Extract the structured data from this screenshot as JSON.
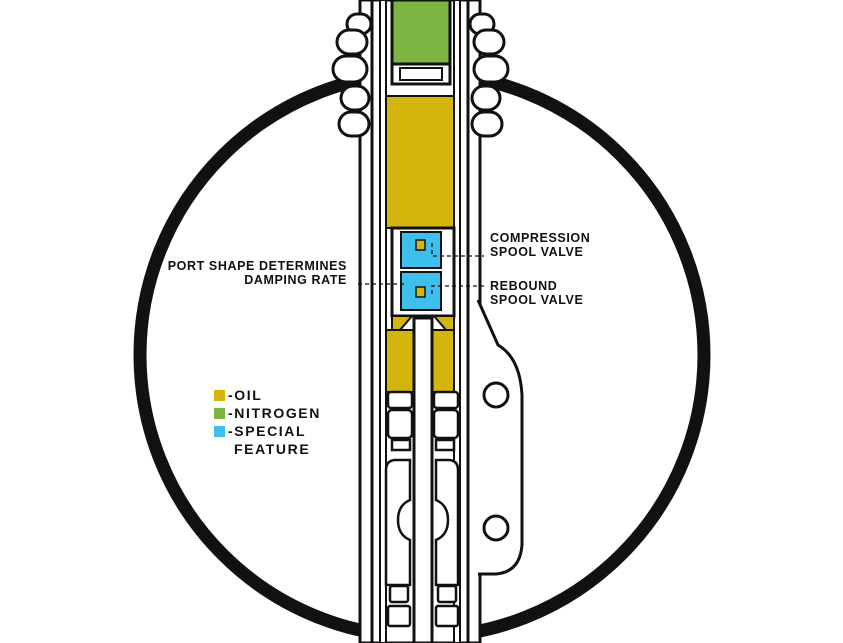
{
  "colors": {
    "oil": "#d4b50d",
    "nitrogen": "#7bb441",
    "special_feature": "#3fc0ec",
    "outline": "#111111"
  },
  "labels": {
    "compression_line1": "COMPRESSION",
    "compression_line2": "SPOOL VALVE",
    "rebound_line1": "REBOUND",
    "rebound_line2": "SPOOL VALVE",
    "port_line1": "PORT SHAPE DETERMINES",
    "port_line2": "DAMPING RATE"
  },
  "legend": {
    "oil": "-OIL",
    "nitrogen": "-NITROGEN",
    "special_line1": "-SPECIAL",
    "special_line2": "FEATURE"
  }
}
